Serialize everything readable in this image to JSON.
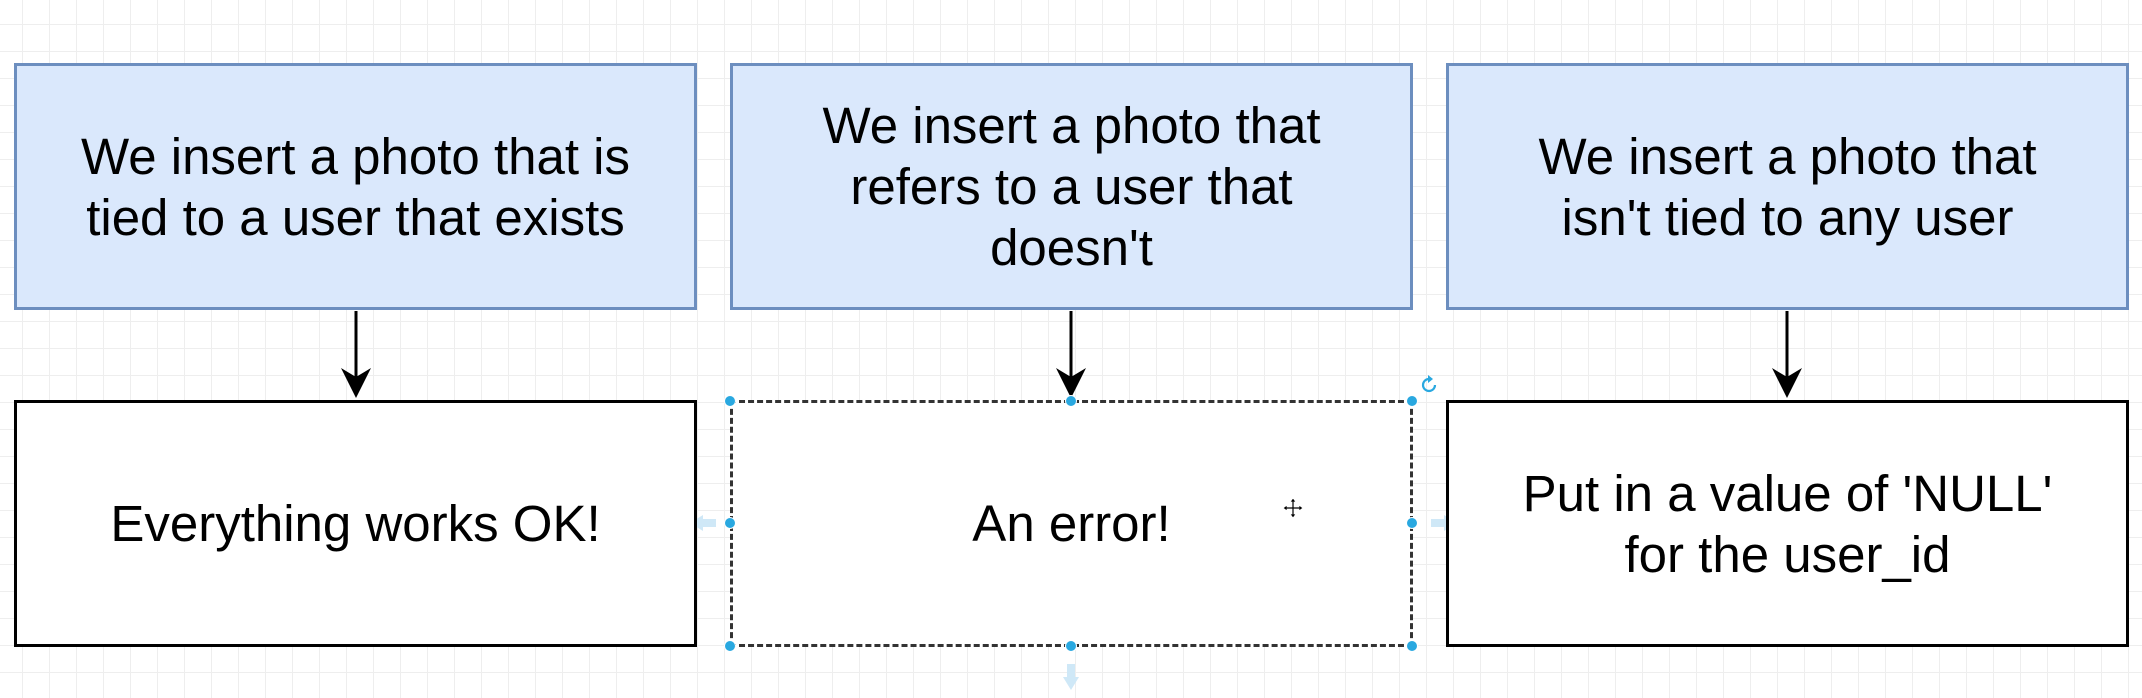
{
  "diagram": {
    "top_boxes": [
      {
        "text": "We insert a photo that is\ntied to a user that exists"
      },
      {
        "text": "We insert a photo that\nrefers to a user that\ndoesn't"
      },
      {
        "text": "We insert a photo that\nisn't tied to any user"
      }
    ],
    "bottom_boxes": [
      {
        "text": "Everything works OK!"
      },
      {
        "text": "An error!"
      },
      {
        "text": "Put in a value of 'NULL'\nfor the user_id"
      }
    ]
  },
  "colors": {
    "top_fill": "#dae8fc",
    "top_stroke": "#6c8ebf",
    "bottom_fill": "#ffffff",
    "bottom_stroke": "#000000",
    "selection": "#29a8e0",
    "grid": "#eeeeee"
  },
  "icons": {
    "move": "move-icon",
    "rotate": "rotate-icon"
  }
}
